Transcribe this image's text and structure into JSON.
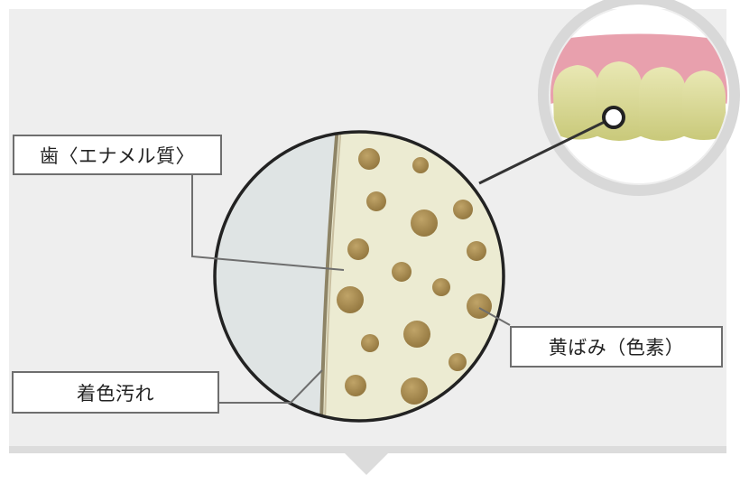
{
  "labels": {
    "enamel": "歯〈エナメル質〉",
    "stain": "着色汚れ",
    "yellowing": "黄ばみ（色素）"
  },
  "colors": {
    "panel": "#eeeeee",
    "panel_bottom": "#dcdcdc",
    "enamel_fill": "#ecebd2",
    "outer_area": "#dfe4e4",
    "dot_fill": "#a98c4f",
    "leader_line": "#6e6e6e",
    "ring": "#d8d8d8",
    "gum": "#e8a0ad",
    "teeth": "#d6d68c"
  },
  "icons": {
    "bottom": "down-triangle-notch"
  }
}
